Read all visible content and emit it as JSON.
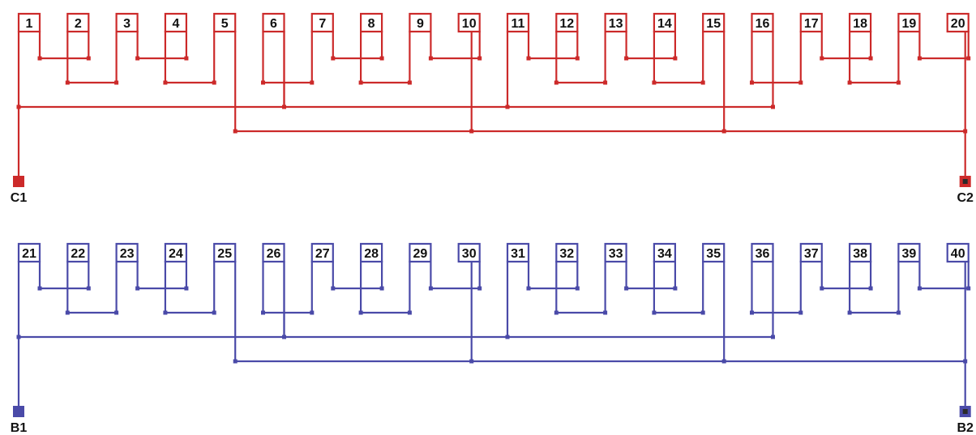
{
  "colors": {
    "group_c": "#cc2a2a",
    "group_b": "#4a4aa8",
    "dark_fill": "#2a2a2a",
    "background": "#ffffff"
  },
  "groups": [
    {
      "id": "c",
      "slots": [
        "1",
        "2",
        "3",
        "4",
        "5",
        "6",
        "7",
        "8",
        "9",
        "10",
        "11",
        "12",
        "13",
        "14",
        "15",
        "16",
        "17",
        "18",
        "19",
        "20"
      ],
      "terminals": {
        "start": "C1",
        "end": "C2"
      }
    },
    {
      "id": "b",
      "slots": [
        "21",
        "22",
        "23",
        "24",
        "25",
        "26",
        "27",
        "28",
        "29",
        "30",
        "31",
        "32",
        "33",
        "34",
        "35",
        "36",
        "37",
        "38",
        "39",
        "40"
      ],
      "terminals": {
        "start": "B1",
        "end": "B2"
      }
    }
  ]
}
